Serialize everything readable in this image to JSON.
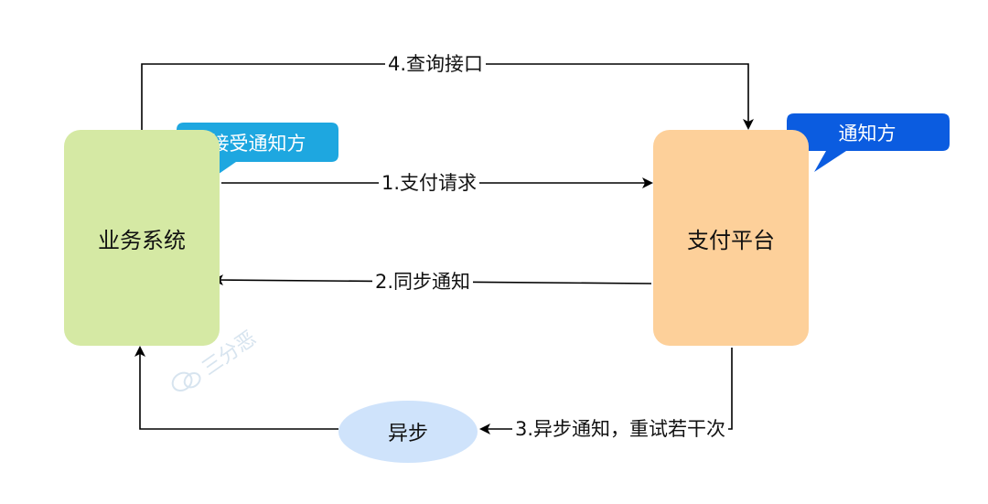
{
  "nodes": {
    "business_system": "业务系统",
    "payment_platform": "支付平台",
    "async": "异步"
  },
  "callouts": {
    "receiver": "接受通知方",
    "notifier": "通知方"
  },
  "edges": {
    "pay_request": "1.支付请求",
    "sync_notify": "2.同步通知",
    "async_notify": "3.异步通知，重试若干次",
    "query_api": "4.查询接口"
  },
  "watermark": "三分恶",
  "colors": {
    "business_box": "#d5e9a4",
    "payment_box": "#fdd09a",
    "async_ellipse": "#cfe3fb",
    "receiver_callout": "#1ea7e0",
    "notifier_callout": "#0b5ce0"
  }
}
